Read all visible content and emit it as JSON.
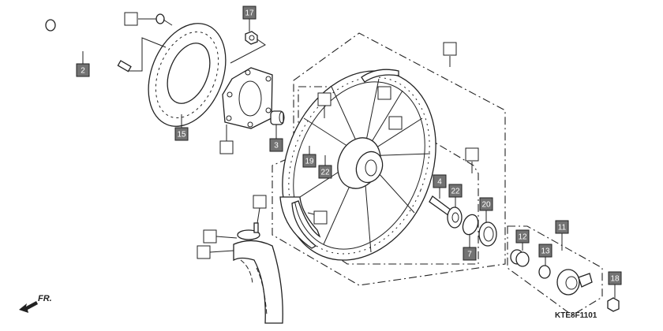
{
  "diagram_code": "KTE8F1101",
  "direction_label": "FR.",
  "callouts": [
    {
      "label": "",
      "part": "disc-bolt"
    },
    {
      "label": "2",
      "part": "axle"
    },
    {
      "label": "15",
      "part": "brake-disc"
    },
    {
      "label": "17",
      "part": "nut"
    },
    {
      "label": "",
      "part": "hub-flange"
    },
    {
      "label": "3",
      "part": "collar"
    },
    {
      "label": "",
      "part": "stud"
    },
    {
      "label": "19",
      "part": "bearing"
    },
    {
      "label": "22",
      "part": "bearing"
    },
    {
      "label": "",
      "part": "wheel-assembly"
    },
    {
      "label": "",
      "part": "rim-band"
    },
    {
      "label": "",
      "part": "spoke"
    },
    {
      "label": "",
      "part": "bearing-set"
    },
    {
      "label": "4",
      "part": "spacer"
    },
    {
      "label": "22",
      "part": "bearing"
    },
    {
      "label": "20",
      "part": "dust-seal"
    },
    {
      "label": "7",
      "part": "retainer"
    },
    {
      "label": "12",
      "part": "collar"
    },
    {
      "label": "13",
      "part": "seal"
    },
    {
      "label": "11",
      "part": "speedometer-gearbox"
    },
    {
      "label": "18",
      "part": "axle-nut"
    },
    {
      "label": "",
      "part": "rim-strip"
    },
    {
      "label": "",
      "part": "valve"
    },
    {
      "label": "",
      "part": "tube"
    },
    {
      "label": "",
      "part": "tire"
    }
  ]
}
